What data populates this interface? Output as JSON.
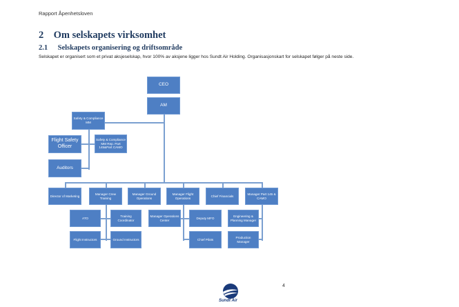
{
  "header": {
    "title": "Rapport Åpenhetsloven"
  },
  "section": {
    "number": "2",
    "title": "Om selskapets virksomhet"
  },
  "subsection": {
    "number": "2.1",
    "title": "Selskapets organisering og driftsområde"
  },
  "body": {
    "text": "Selskapet er organisert som et privat aksjeselskap, hvor 100% av aksjene ligger hos Sundt Air Holding. Organisasjonskart for selskapet følger på neste side."
  },
  "org_chart": {
    "ceo": "CEO",
    "am": "AM",
    "safety_mm": "Safety & Compliance MM",
    "flight_safety": "Flight Safety Officer",
    "safety_mm_rep": "Safety & Compliance MM Rep. Part 145&Part CAMO",
    "auditors": "Auditors",
    "director_marketing": "Director of Marketing",
    "mgr_crew_training": "Manager Crew Training",
    "mgr_ground_ops": "Manager Ground Operations",
    "mgr_flight_ops": "Manager Flight Operations",
    "chief_financials": "Chief Financials",
    "mgr_part145": "Manager Part 145 & CAMO",
    "ato": "ATO",
    "training_coordinator": "Training Coordinator",
    "flight_instructors": "Flight Instructors",
    "ground_instructors": "Ground Instructors",
    "mgr_ops_center": "Manager Operations Center",
    "deputy_mfo": "Deputy MFO",
    "chief_pilots": "Chief Pilots",
    "eng_planning_mgr": "Engineering & Planning Manager",
    "production_mgr": "Production Manager"
  },
  "footer": {
    "page_number": "4",
    "logo_text": "Sundt Air"
  },
  "colors": {
    "box": "#4e7fc4",
    "line": "#7a9fd0",
    "heading": "#1f3a5f"
  }
}
